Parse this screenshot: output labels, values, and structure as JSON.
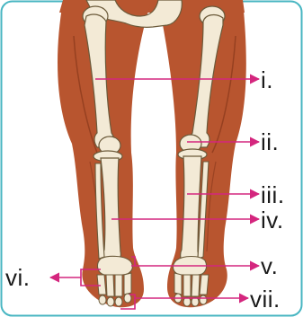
{
  "figure": {
    "frame_color": "#48b6c2",
    "skin_color": "#b8552f",
    "skin_edge_color": "#7e3217",
    "bone_color": "#f3ead6",
    "bone_outline": "#6b5a3a",
    "pointer_color": "#d4267e",
    "labels": {
      "femur": "i.",
      "patella": "ii.",
      "fibula": "iii.",
      "tibia": "iv.",
      "tarsals": "v.",
      "metatarsals": "vi.",
      "phalanges": "vii."
    }
  }
}
